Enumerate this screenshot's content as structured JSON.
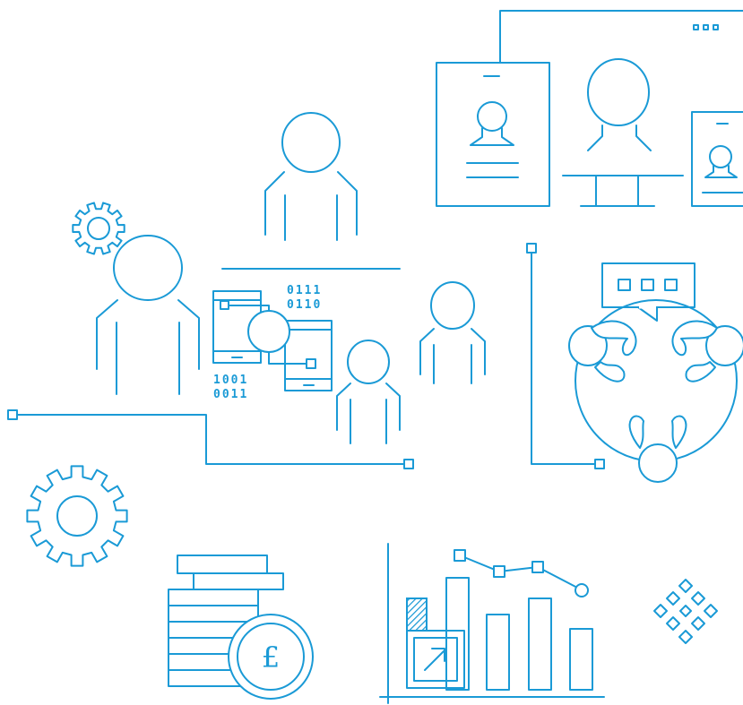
{
  "illustration": {
    "accent_color": "#1a9ad6",
    "binary_top": [
      "0111",
      "0110"
    ],
    "binary_bottom": [
      "1001",
      "0011"
    ],
    "currency_symbol": "£",
    "icons": [
      "gear-icon",
      "person-icon",
      "tablet-icon",
      "video-call-icon",
      "chat-bubble-icon",
      "coin-stack-icon",
      "bar-chart-icon",
      "network-diamond-icon"
    ]
  }
}
